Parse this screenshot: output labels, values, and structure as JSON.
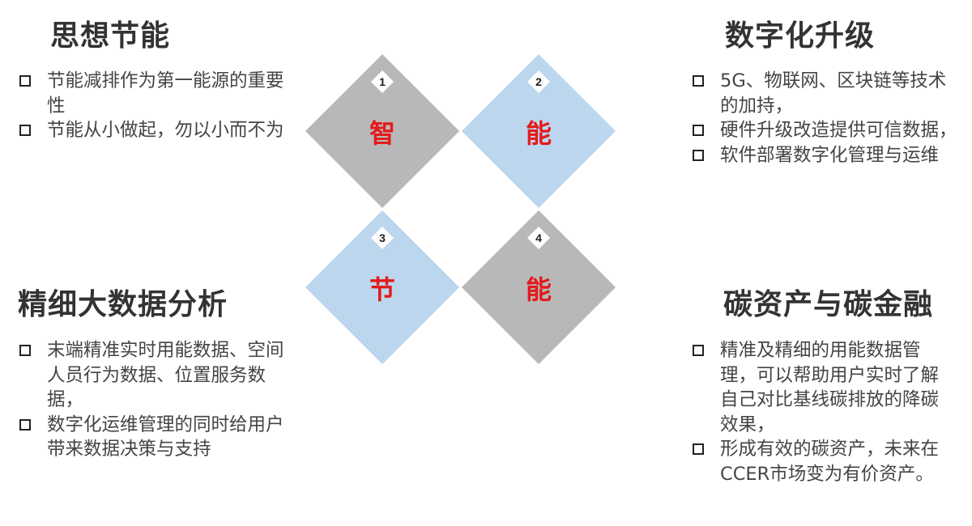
{
  "blocks": {
    "top_left": {
      "title": "思想节能",
      "items": [
        "节能减排作为第一能源的重要性",
        "节能从小做起，勿以小而不为"
      ]
    },
    "top_right": {
      "title": "数字化升级",
      "items": [
        "5G、物联网、区块链等技术的加持，",
        "硬件升级改造提供可信数据，",
        "软件部署数字化管理与运维"
      ]
    },
    "bottom_left": {
      "title": "精细大数据分析",
      "items": [
        "末端精准实时用能数据、空间人员行为数据、位置服务数据，",
        "数字化运维管理的同时给用户带来数据决策与支持"
      ]
    },
    "bottom_right": {
      "title": "碳资产与碳金融",
      "items": [
        "精准及精细的用能数据管理，可以帮助用户实时了解自己对比基线碳排放的降碳效果，",
        "形成有效的碳资产，未来在CCER市场变为有价资产。"
      ]
    }
  },
  "diamonds": [
    {
      "number": "1",
      "char": "智",
      "color": "#b8b8b8"
    },
    {
      "number": "2",
      "char": "能",
      "color": "#bcd6ee"
    },
    {
      "number": "3",
      "char": "节",
      "color": "#bcd6ee"
    },
    {
      "number": "4",
      "char": "能",
      "color": "#b8b8b8"
    }
  ]
}
